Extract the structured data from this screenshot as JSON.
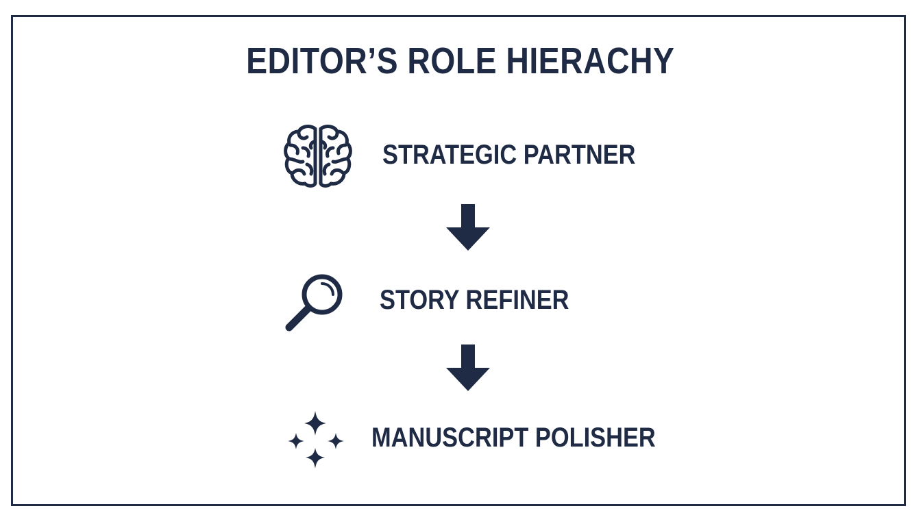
{
  "title": "EDITOR’S ROLE HIERACHY",
  "colors": {
    "primary": "#1f2b45",
    "background": "#ffffff"
  },
  "levels": [
    {
      "label": "STRATEGIC PARTNER",
      "icon": "brain-icon"
    },
    {
      "label": "STORY REFINER",
      "icon": "magnifying-glass-icon"
    },
    {
      "label": "MANUSCRIPT POLISHER",
      "icon": "sparkles-icon"
    }
  ],
  "arrows": [
    {
      "icon": "arrow-down-icon"
    },
    {
      "icon": "arrow-down-icon"
    }
  ]
}
